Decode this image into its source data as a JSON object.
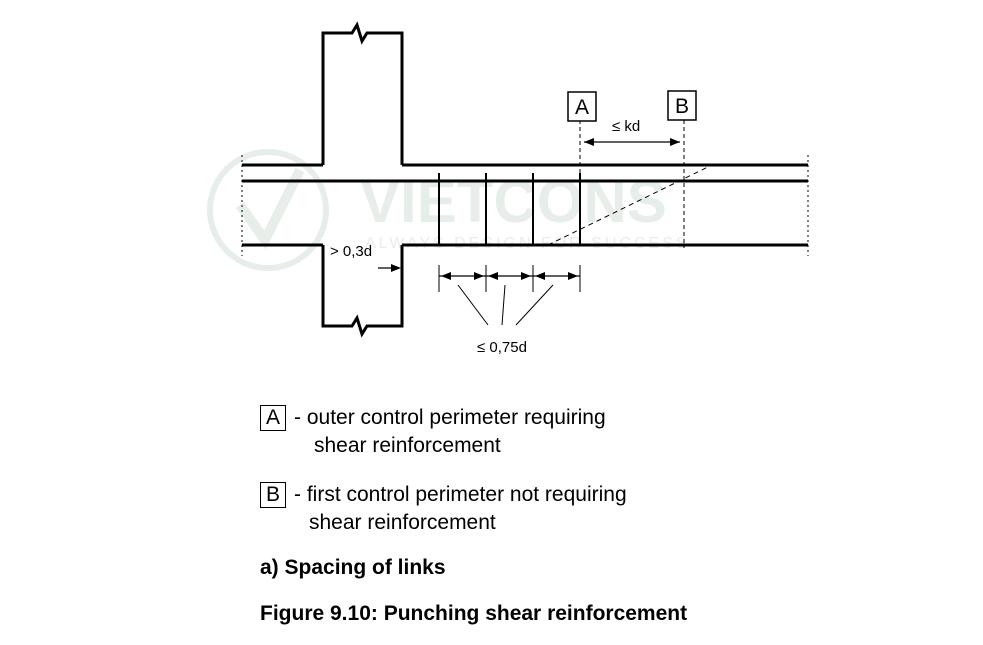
{
  "diagram": {
    "label_A": "A",
    "label_B": "B",
    "dim_kd": "≤ kd",
    "dim_03d": "> 0,3d",
    "dim_075d": "≤ 0,75d",
    "watermark": "VIETCONS",
    "watermark_tagline": "ALWAYS DESIGN FOR SUCCESS",
    "colors": {
      "line": "#000000",
      "watermark": "#e7eee9"
    }
  },
  "legend": [
    {
      "key": "A",
      "line1": "- outer control perimeter requiring",
      "line2": "shear reinforcement"
    },
    {
      "key": "B",
      "line1": "- first control perimeter not requiring",
      "line2": "shear reinforcement"
    }
  ],
  "caption_a": "a) Spacing of links",
  "caption_figure": "Figure 9.10: Punching shear reinforcement"
}
